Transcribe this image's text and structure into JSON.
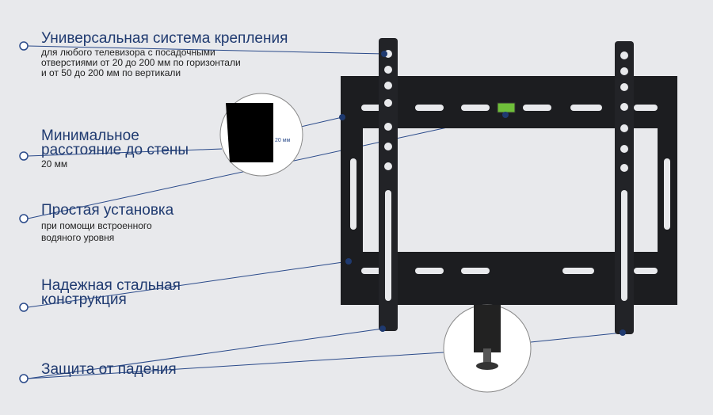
{
  "features": [
    {
      "title": "Универсальная система крепления",
      "lines": [
        "для любого телевизора с посадочными",
        "отверстиями от 20 до 200 мм по горизонтали",
        "и от 50 до 200 мм по вертикали"
      ]
    },
    {
      "title_lines": [
        "Минимальное",
        "расстояние до стены"
      ],
      "lines": [
        "20 мм"
      ]
    },
    {
      "title": "Простая  установка",
      "lines": [
        "при помощи встроенного",
        "водяного уровня"
      ]
    },
    {
      "title_lines": [
        "Надежная стальная",
        "конструкция"
      ]
    },
    {
      "title": "Защита от падения"
    }
  ],
  "zoom_label": "20 мм",
  "colors": {
    "accent": "#1f3a70",
    "background": "#e8e9ec",
    "metal": "#1c1d20"
  }
}
